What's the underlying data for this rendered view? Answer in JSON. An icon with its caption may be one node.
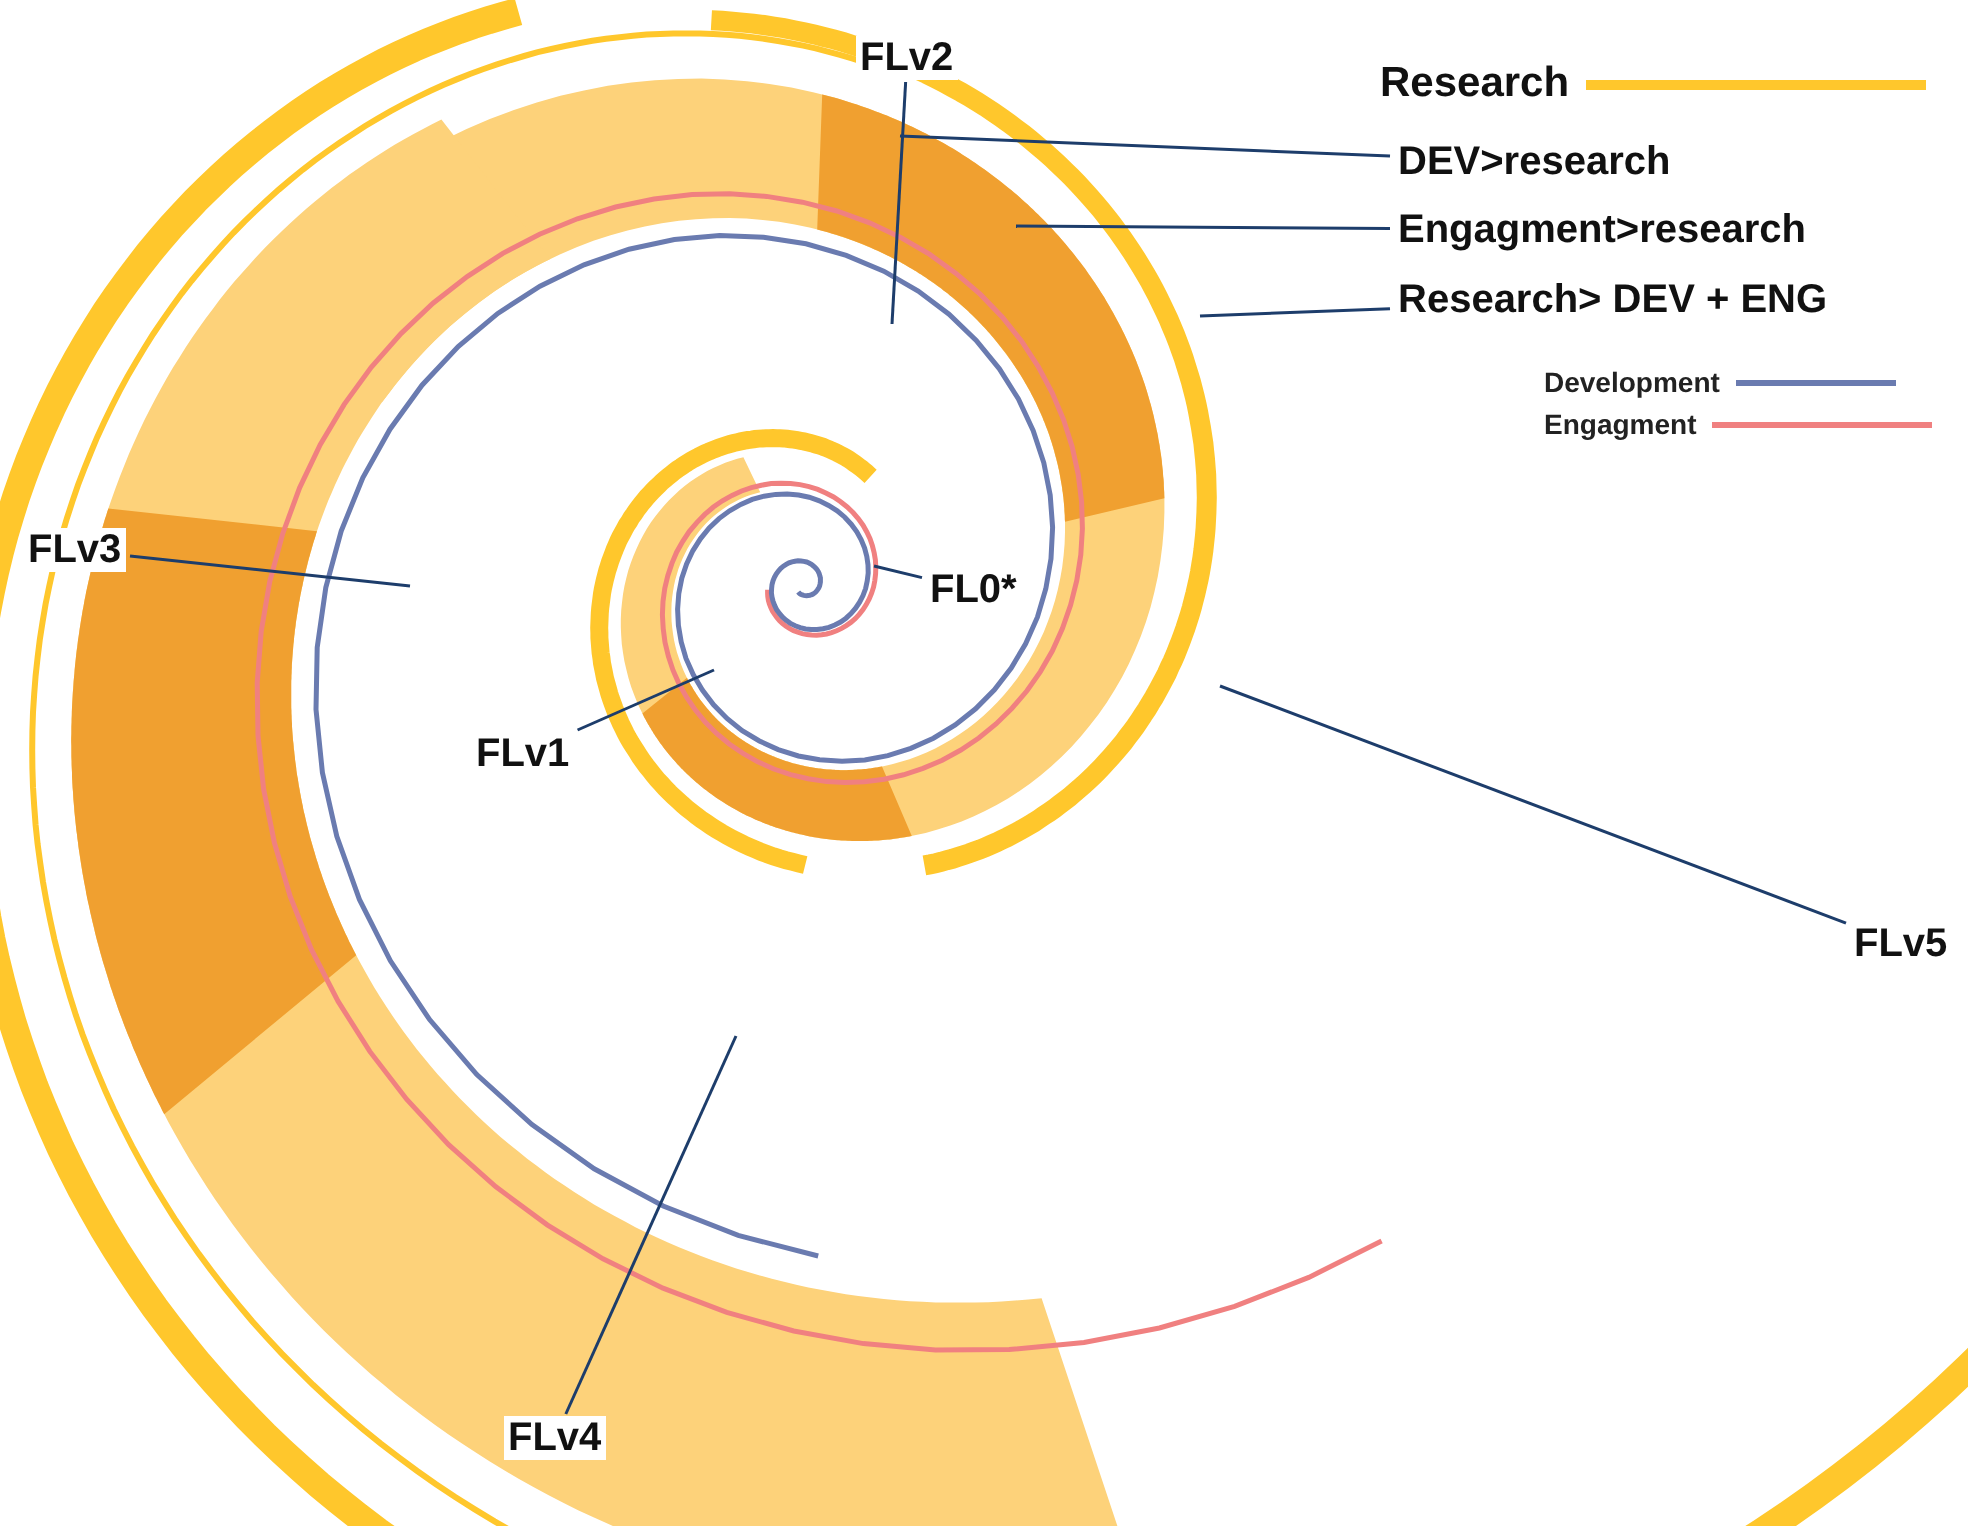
{
  "diagram": {
    "nodes": [
      {
        "text": [
          "FLv2"
        ]
      },
      {
        "text": [
          "DEV>research"
        ]
      },
      {
        "text": [
          "Engagment>research"
        ]
      },
      {
        "text": [
          "Research> DEV + ENG"
        ]
      },
      {
        "text": [
          "FLv3"
        ]
      },
      {
        "text": [
          "FL0*"
        ]
      },
      {
        "text": [
          "FLv1"
        ]
      },
      {
        "text": [
          "FLv5"
        ]
      },
      {
        "text": [
          "FLv4"
        ]
      }
    ],
    "edges": [
      {
        "from": 0,
        "to": null,
        "arrow": "none"
      },
      {
        "from": 1,
        "to": null,
        "arrow": "none"
      },
      {
        "from": 2,
        "to": null,
        "arrow": "none"
      },
      {
        "from": 3,
        "to": null,
        "arrow": "none"
      },
      {
        "from": 4,
        "to": null,
        "arrow": "none"
      },
      {
        "from": 5,
        "to": null,
        "arrow": "none"
      },
      {
        "from": 6,
        "to": null,
        "arrow": "none"
      },
      {
        "from": 7,
        "to": null,
        "arrow": "none"
      },
      {
        "from": 8,
        "to": null,
        "arrow": "none"
      }
    ],
    "legend": [
      {
        "text": "Research",
        "color": "#ffc72c"
      },
      {
        "text": "Development",
        "color": "#6a7bb0"
      },
      {
        "text": "Engagment",
        "color": "#f08080"
      }
    ]
  }
}
